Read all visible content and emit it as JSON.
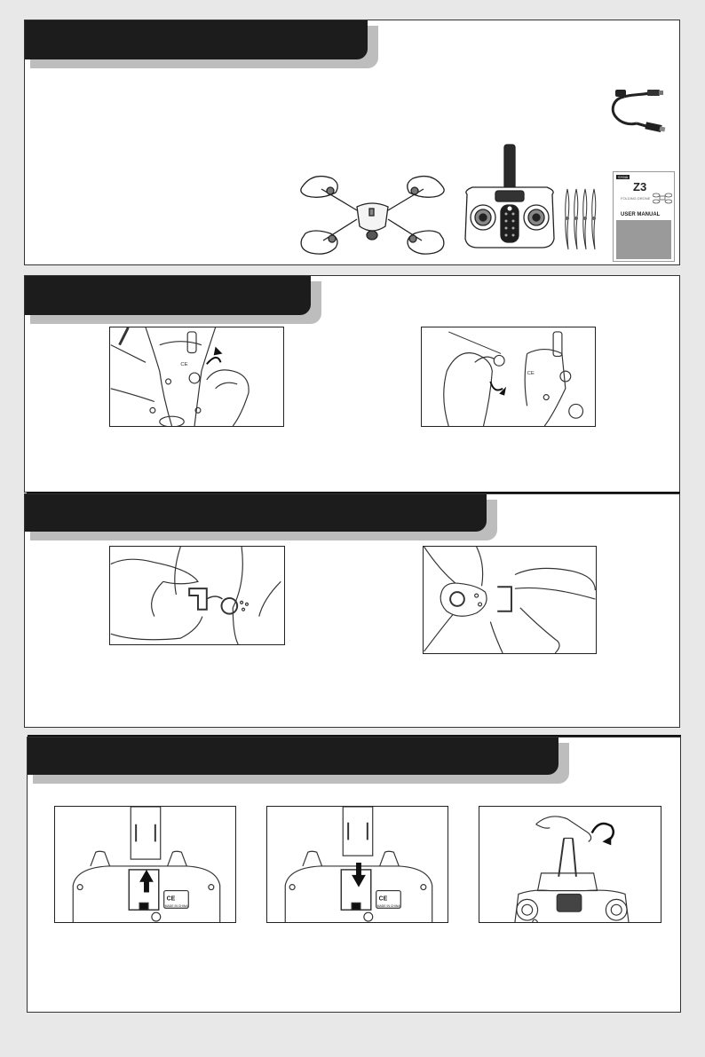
{
  "package_contents": {
    "manual_cover": {
      "brand": "SYMA",
      "model": "Z3",
      "subtitle": "FOLDING DRONE",
      "title": "USER MANUAL"
    }
  },
  "remote_labels": {
    "ce_mark": "CE",
    "made_in": "MADE IN CHINA"
  },
  "sections": [
    {
      "id": "contents"
    },
    {
      "id": "arm-unfold"
    },
    {
      "id": "propeller-guard"
    },
    {
      "id": "phone-holder"
    }
  ]
}
